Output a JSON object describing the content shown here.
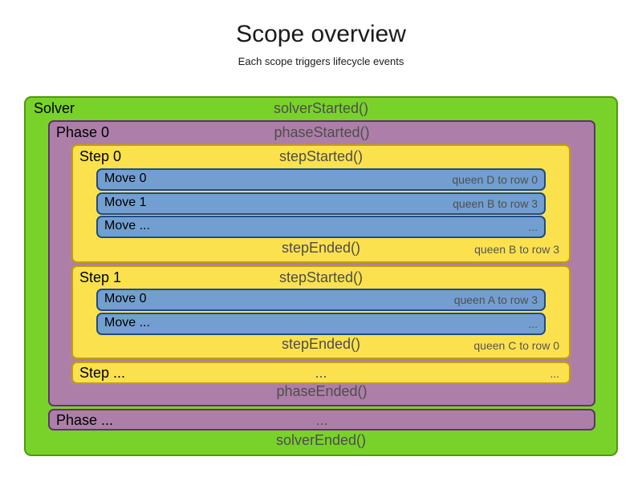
{
  "title": "Scope overview",
  "subtitle": "Each scope triggers lifecycle events",
  "colors": {
    "solver_fill": "#79d22a",
    "solver_border": "#4e9a06",
    "phase_fill": "#ad7fa8",
    "phase_border": "#5c3566",
    "step_fill": "#fce14e",
    "step_border": "#c4a000",
    "move_fill": "#729fcf",
    "move_border": "#204a87",
    "event_text": "#4d4d4d",
    "annotation_text": "#555555",
    "label_text": "#000000"
  },
  "solver": {
    "label": "Solver",
    "started": "solverStarted()",
    "ended": "solverEnded()",
    "phases": [
      {
        "label": "Phase 0",
        "started": "phaseStarted()",
        "ended": "phaseEnded()",
        "steps": [
          {
            "label": "Step 0",
            "started": "stepStarted()",
            "ended": "stepEnded()",
            "ended_annotation": "queen B to row 3",
            "moves": [
              {
                "label": "Move 0",
                "annotation": "queen D to row 0"
              },
              {
                "label": "Move 1",
                "annotation": "queen B to row 3"
              },
              {
                "label": "Move ...",
                "annotation": "..."
              }
            ]
          },
          {
            "label": "Step 1",
            "started": "stepStarted()",
            "ended": "stepEnded()",
            "ended_annotation": "queen C to row 0",
            "moves": [
              {
                "label": "Move 0",
                "annotation": "queen A to row 3"
              },
              {
                "label": "Move ...",
                "annotation": "..."
              }
            ]
          },
          {
            "label": "Step ...",
            "center_dots": "...",
            "right_dots": "..."
          }
        ]
      },
      {
        "label": "Phase ...",
        "center_dots": "..."
      }
    ]
  }
}
